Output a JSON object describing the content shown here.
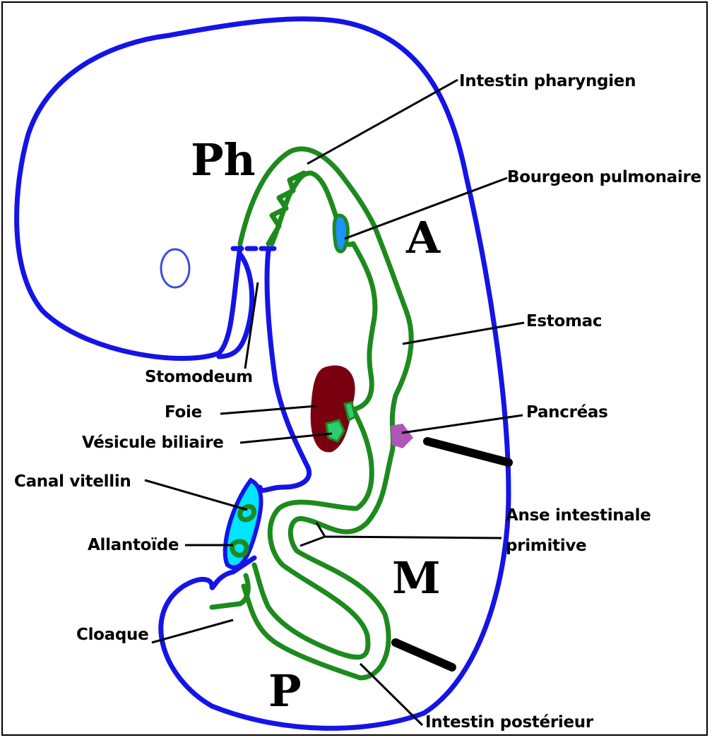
{
  "regions": {
    "pharyngeal": "Ph",
    "anterior": "A",
    "middle": "M",
    "posterior": "P"
  },
  "labels": {
    "intestin_pharyngien": "Intestin pharyngien",
    "bourgeon_pulmonaire": "Bourgeon pulmonaire",
    "estomac": "Estomac",
    "stomodeum": "Stomodeum",
    "foie": "Foie",
    "vesicule_biliaire": "Vésicule biliaire",
    "pancreas": "Pancréas",
    "canal_vitellin": "Canal vitellin",
    "allantoide": "Allantoïde",
    "anse_intestinale_line1": "Anse intestinale",
    "anse_intestinale_line2": "primitive",
    "cloaque": "Cloaque",
    "intestin_posterieur": "Intestin postérieur"
  },
  "colors": {
    "ectoderm_outline": "#1414e6",
    "gut_tube": "#1d8a1d",
    "liver": "#7a0010",
    "gallbladder": "#2ecc71",
    "pancreas": "#b056b8",
    "lung_bud": "#1e90ff",
    "yolk_duct": "#00e5ff"
  }
}
